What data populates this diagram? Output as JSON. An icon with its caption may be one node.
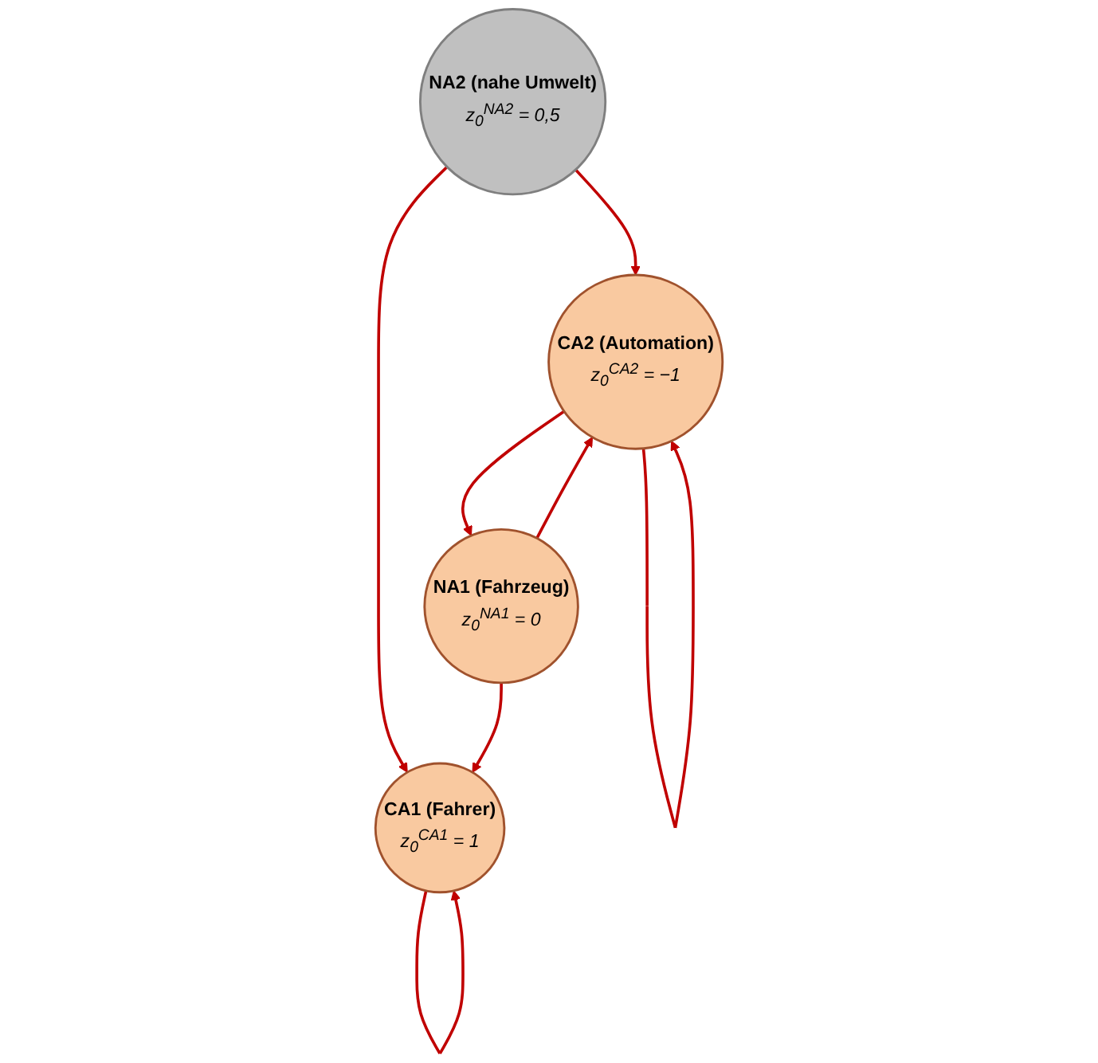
{
  "diagram": {
    "nodes": [
      {
        "text": [
          "NA2 (nahe Umwelt)",
          "z$_{0}$$^{NA2}$ = 0,5"
        ]
      },
      {
        "text": [
          "NA1 (Fahrzeug)",
          "z$_{0}$$^{NA1}$ = 0"
        ]
      },
      {
        "text": [
          "CA1 (Fahrer)",
          "z$_{0}$$^{CA1}$ = 1"
        ]
      },
      {
        "text": [
          "CA2 (Automation)",
          "z$_{0}$$^{CA2}$ = −1"
        ]
      }
    ],
    "edges": [
      {
        "from": 0,
        "to": 2,
        "arrow": "to"
      },
      {
        "from": 0,
        "to": 3,
        "arrow": "to"
      },
      {
        "from": 1,
        "to": 2,
        "arrow": "to"
      },
      {
        "from": 1,
        "to": 3,
        "arrow": "to"
      },
      {
        "from": 3,
        "to": 1,
        "arrow": "to"
      },
      {
        "from": 2,
        "to": 2,
        "arrow": "to"
      },
      {
        "from": 3,
        "to": 3,
        "arrow": "to"
      }
    ]
  }
}
